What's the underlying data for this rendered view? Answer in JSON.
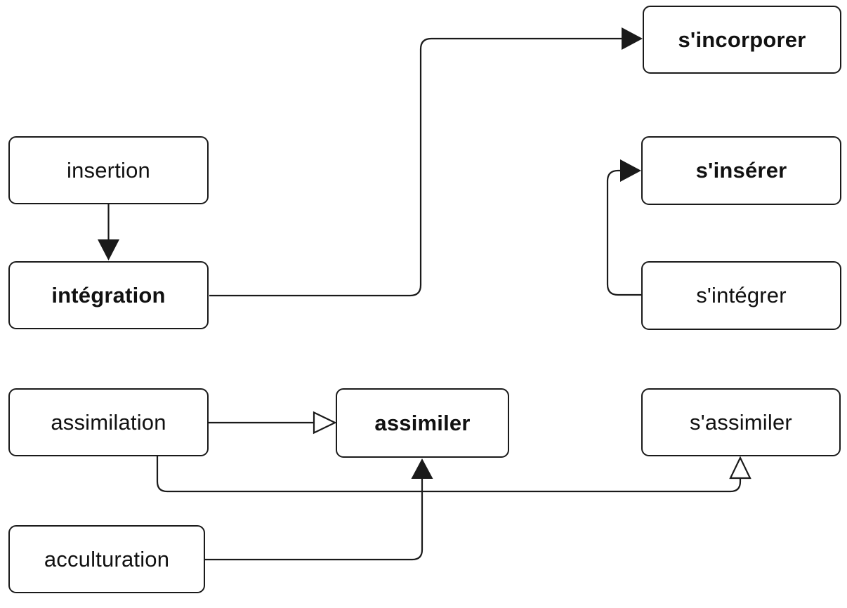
{
  "theme": {
    "background": "#ffffff",
    "line_color": "#1a1a1a",
    "box_border_color": "#1a1a1a",
    "box_fill": "#ffffff",
    "text_color": "#111111"
  },
  "diagram": {
    "description_visible_text_only": true,
    "nodes": [
      {
        "id": "insertion",
        "label": "insertion",
        "bold": false
      },
      {
        "id": "integration",
        "label": "intégration",
        "bold": true
      },
      {
        "id": "s-incorporer",
        "label": "s'incorporer",
        "bold": true
      },
      {
        "id": "s-inserer",
        "label": "s'insérer",
        "bold": true
      },
      {
        "id": "s-integrer",
        "label": "s'intégrer",
        "bold": false
      },
      {
        "id": "assimilation",
        "label": "assimilation",
        "bold": false
      },
      {
        "id": "assimiler",
        "label": "assimiler",
        "bold": true
      },
      {
        "id": "s-assimiler",
        "label": "s'assimiler",
        "bold": false
      },
      {
        "id": "acculturation",
        "label": "acculturation",
        "bold": false
      }
    ],
    "edges": [
      {
        "from": "insertion",
        "to": "intégration",
        "arrowhead": "filled",
        "enters": "top of intégration"
      },
      {
        "from": "intégration",
        "to": "s'incorporer",
        "arrowhead": "filled",
        "enters": "left of s'incorporer"
      },
      {
        "from": "s'intégrer",
        "to": "s'insérer",
        "arrowhead": "filled",
        "enters": "left of s'insérer"
      },
      {
        "from": "assimilation",
        "to": "assimiler",
        "arrowhead": "hollow",
        "enters": "left of assimiler"
      },
      {
        "from": "assimilation",
        "to": "s'assimiler",
        "arrowhead": "hollow",
        "enters": "bottom of s'assimiler"
      },
      {
        "from": "acculturation",
        "to": "assimiler",
        "arrowhead": "filled",
        "enters": "bottom of assimiler"
      }
    ]
  }
}
